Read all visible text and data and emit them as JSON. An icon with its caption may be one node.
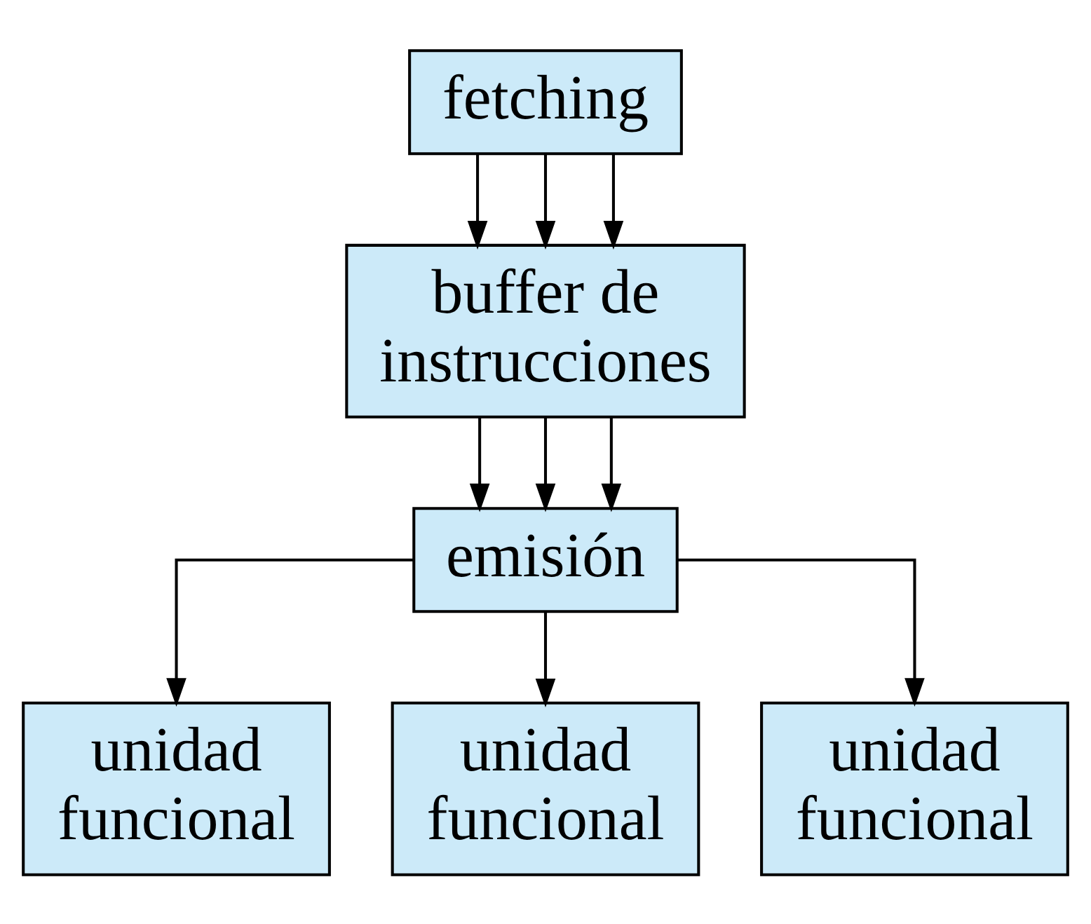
{
  "diagram": {
    "nodes": [
      {
        "text": [
          "fetching"
        ]
      },
      {
        "text": [
          "buffer de instrucciones"
        ]
      },
      {
        "text": [
          "emisión"
        ]
      },
      {
        "text": [
          "unidad funcional"
        ]
      },
      {
        "text": [
          "unidad funcional"
        ]
      },
      {
        "text": [
          "unidad funcional"
        ]
      }
    ],
    "edges": [
      {
        "from": 0,
        "to": 1,
        "arrow": "to"
      },
      {
        "from": 0,
        "to": 1,
        "arrow": "to"
      },
      {
        "from": 0,
        "to": 1,
        "arrow": "to"
      },
      {
        "from": 1,
        "to": 2,
        "arrow": "to"
      },
      {
        "from": 1,
        "to": 2,
        "arrow": "to"
      },
      {
        "from": 1,
        "to": 2,
        "arrow": "to"
      },
      {
        "from": 2,
        "to": 3,
        "arrow": "to"
      },
      {
        "from": 2,
        "to": 4,
        "arrow": "to"
      },
      {
        "from": 2,
        "to": 5,
        "arrow": "to"
      }
    ]
  }
}
